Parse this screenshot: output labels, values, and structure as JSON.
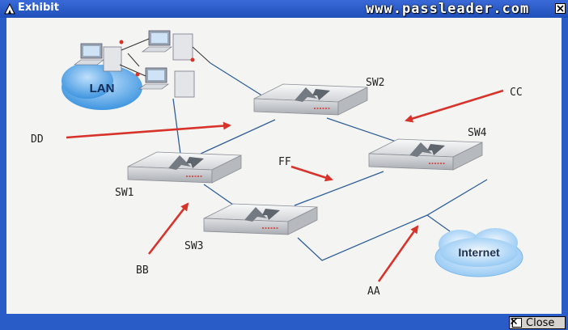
{
  "window": {
    "title": "Exhibit",
    "watermark": "www.passleader.com",
    "close_label": "Close"
  },
  "diagram": {
    "clouds": {
      "lan": "LAN",
      "internet": "Internet"
    },
    "switches": {
      "sw1": "SW1",
      "sw2": "SW2",
      "sw3": "SW3",
      "sw4": "SW4"
    },
    "arrow_labels": {
      "aa": "AA",
      "bb": "BB",
      "cc": "CC",
      "dd": "DD",
      "ff": "FF"
    }
  },
  "colors": {
    "link": "#2f5f9a",
    "arrow": "#d8332b",
    "title_bar": "#2a5cc8"
  }
}
